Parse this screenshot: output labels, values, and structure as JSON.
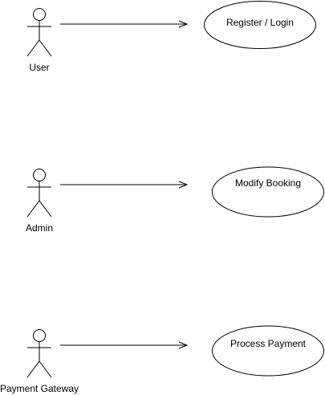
{
  "diagram": {
    "actors": [
      {
        "label": "User"
      },
      {
        "label": "Admin"
      },
      {
        "label": "Payment Gateway"
      }
    ],
    "use_cases": [
      {
        "label": "Register / Login"
      },
      {
        "label": "Modify Booking"
      },
      {
        "label": "Process Payment"
      }
    ]
  },
  "colors": {
    "stroke": "#000000",
    "fill": "#ffffff",
    "text": "#000000"
  }
}
